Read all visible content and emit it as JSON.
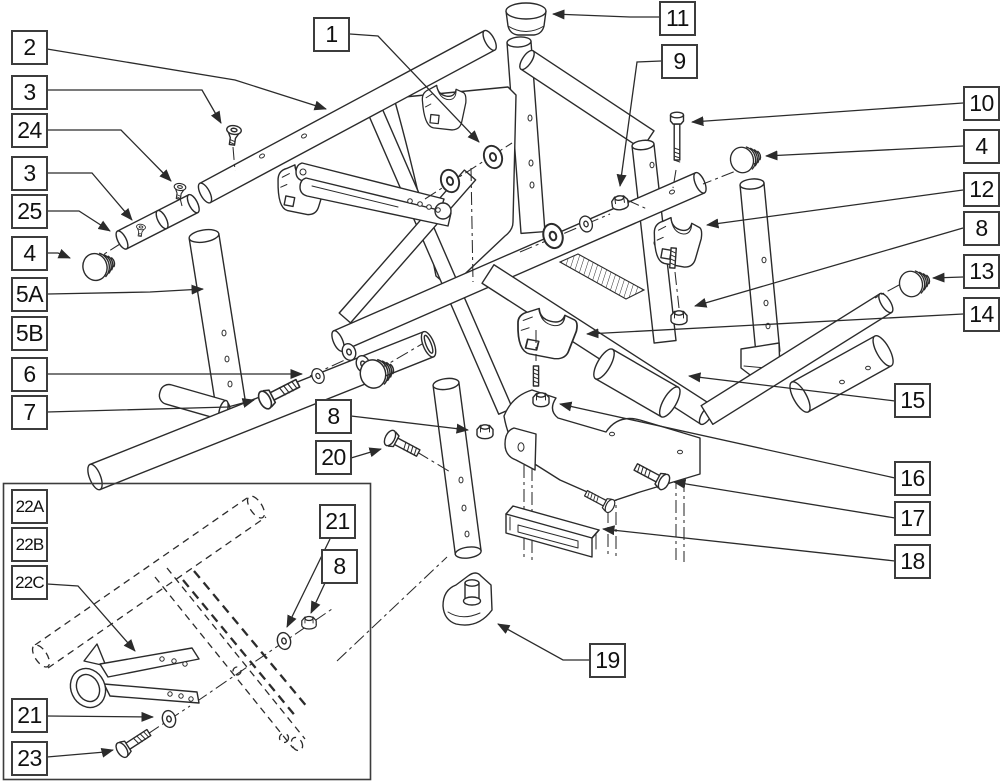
{
  "figure": {
    "kind": "exploded-parts-diagram",
    "background_color": "#ffffff",
    "line_color": "#2b2b2b",
    "callout_border_color": "#3c3c3c",
    "callout_count": 33
  },
  "callouts": {
    "c2": "2",
    "c3a": "3",
    "c24": "24",
    "c3b": "3",
    "c25": "25",
    "c4a": "4",
    "c5A": "5A",
    "c5B": "5B",
    "c6": "6",
    "c7": "7",
    "c1": "1",
    "c11": "11",
    "c9": "9",
    "c10": "10",
    "c4b": "4",
    "c12": "12",
    "c8b": "8",
    "c13": "13",
    "c14": "14",
    "c15": "15",
    "c16": "16",
    "c17": "17",
    "c18": "18",
    "c8a": "8",
    "c20": "20",
    "c19": "19",
    "c22A": "22A",
    "c22B": "22B",
    "c22C": "22C",
    "c21a": "21",
    "c8c": "8",
    "c21b": "21",
    "c23": "23"
  }
}
